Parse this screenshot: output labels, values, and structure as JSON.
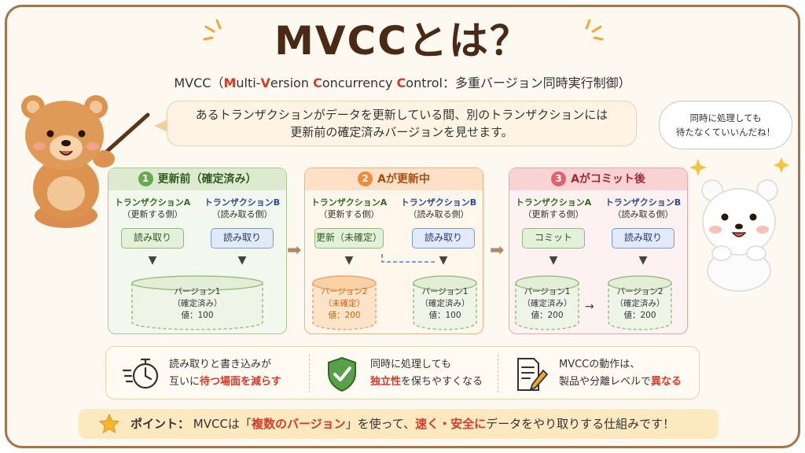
{
  "title": "MVCCとは？",
  "subtitle": {
    "prefix": "MVCC（",
    "m": "M",
    "ulti": "ulti-",
    "v": "V",
    "ersion": "ersion ",
    "c1": "C",
    "oncurrency": "oncurrency ",
    "c2": "C",
    "ontrol": "ontrol：多重バージョン同時実行制御）"
  },
  "intro": {
    "line1": "あるトランザクションがデータを更新している間、別のトランザクションには",
    "line2": "更新前の確定済みバージョンを見せます。"
  },
  "speech": {
    "line1": "同時に処理しても",
    "line2": "待たなくていいんだね！"
  },
  "panels": [
    {
      "num": "1",
      "title": "更新前（確定済み）",
      "colA_label1": "トランザクションA",
      "colA_label2": "（更新する側）",
      "colB_label1": "トランザクションB",
      "colB_label2": "（読み取る側）",
      "colA_action": "読み取り",
      "colB_action": "読み取り",
      "db1": {
        "line1": "バージョン1",
        "line2": "（確定済み）",
        "line3": "値：100"
      }
    },
    {
      "num": "2",
      "title": "Aが更新中",
      "colA_label1": "トランザクションA",
      "colA_label2": "（更新する側）",
      "colB_label1": "トランザクションB",
      "colB_label2": "（読み取る側）",
      "colA_action": "更新（未確定）",
      "colB_action": "読み取り",
      "db1": {
        "line1": "バージョン2",
        "line2": "（未確定）",
        "line3": "値：200"
      },
      "db2": {
        "line1": "バージョン1",
        "line2": "（確定済み）",
        "line3": "値：100"
      }
    },
    {
      "num": "3",
      "title": "Aがコミット後",
      "colA_label1": "トランザクションA",
      "colA_label2": "（更新する側）",
      "colB_label1": "トランザクションB",
      "colB_label2": "（読み取る側）",
      "colA_action": "コミット",
      "colB_action": "読み取り",
      "db1": {
        "line1": "バージョン1",
        "line2": "（確定済み）",
        "line3": "値：200"
      },
      "db2": {
        "line1": "バージョン2",
        "line2": "（確定済み）",
        "line3": "値：200"
      }
    }
  ],
  "benefits": [
    {
      "icon": "stopwatch-icon",
      "line1": "読み取りと書き込みが",
      "line2_pre": "互いに",
      "line2_red": "待つ場面を減らす",
      "line2_post": ""
    },
    {
      "icon": "shield-check-icon",
      "line1": "同時に処理しても",
      "line2_pre": "",
      "line2_red": "独立性",
      "line2_post": "を保ちやすくなる"
    },
    {
      "icon": "document-pen-icon",
      "line1": "MVCCの動作は、",
      "line2_pre": "製品や分離レベルで",
      "line2_red": "異なる",
      "line2_post": ""
    }
  ],
  "point": {
    "label": "ポイント：",
    "pre": " MVCCは「",
    "red1": "複数のバージョン",
    "mid1": "」を使って、",
    "red2": "速く・安全に",
    "post": "データをやり取りする仕組みです！"
  },
  "colors": {
    "green": "#6aa84f",
    "orange": "#f08a3c",
    "red": "#e0636b",
    "accent_red": "#d83a2a",
    "frame": "#a9734a"
  }
}
